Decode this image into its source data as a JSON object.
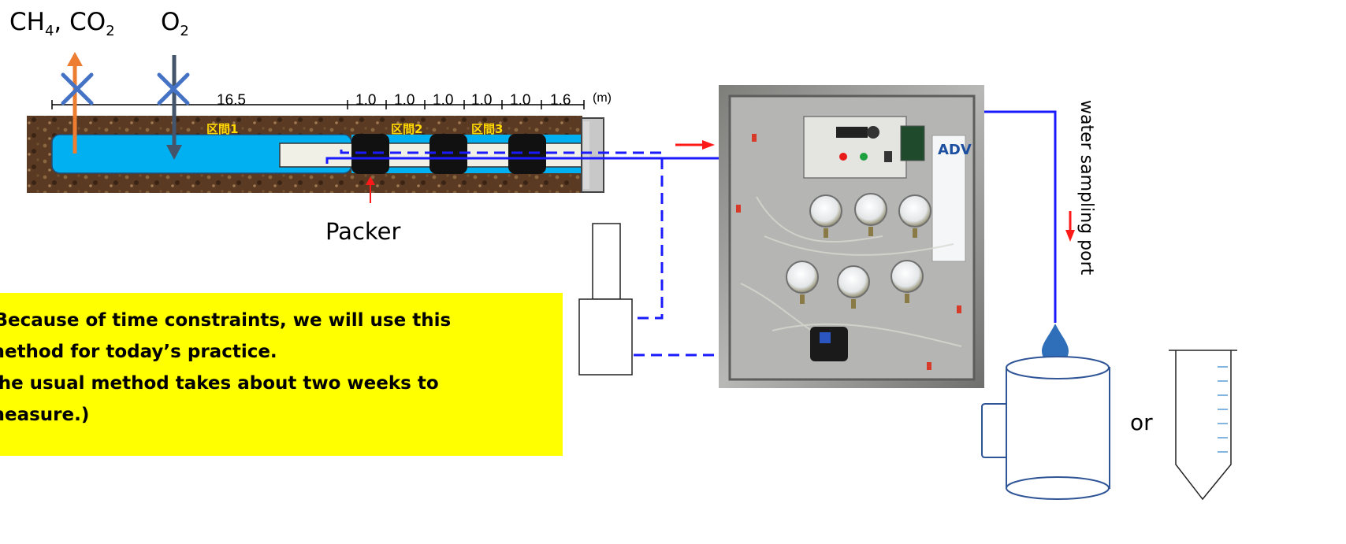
{
  "gases": {
    "out_label_a": "CH",
    "out_sub_a": "4",
    "out_sep": ", CO",
    "out_sub_b": "2",
    "in_label": "O",
    "in_sub": "2"
  },
  "dimensions": {
    "values": [
      "16.5",
      "1.0",
      "1.0",
      "1.0",
      "1.0",
      "1.0",
      "1.6"
    ],
    "unit": "(m)"
  },
  "zones": [
    "区間1",
    "区間2",
    "区間3"
  ],
  "packer_label": "Packer",
  "note_lines": [
    "(Because of time constraints, we will use this",
    "method for today’s practice.",
    "The usual method takes about two weeks to",
    "measure.)"
  ],
  "sampling_port_label": "water sampling port",
  "or_label": "or",
  "colors": {
    "water": "#00b0f0",
    "tube_line": "#1a1aff",
    "flow_arrow": "#ff1a1a",
    "co2_arrow": "#ed7d31",
    "o2_arrow": "#44546a",
    "cross": "#4472c4",
    "note_bg": "#ffff00",
    "zone_text": "#ffd800"
  },
  "icons": [
    "blocked-gas-cross-icon",
    "water-drop-icon",
    "flow-arrow-icon"
  ]
}
